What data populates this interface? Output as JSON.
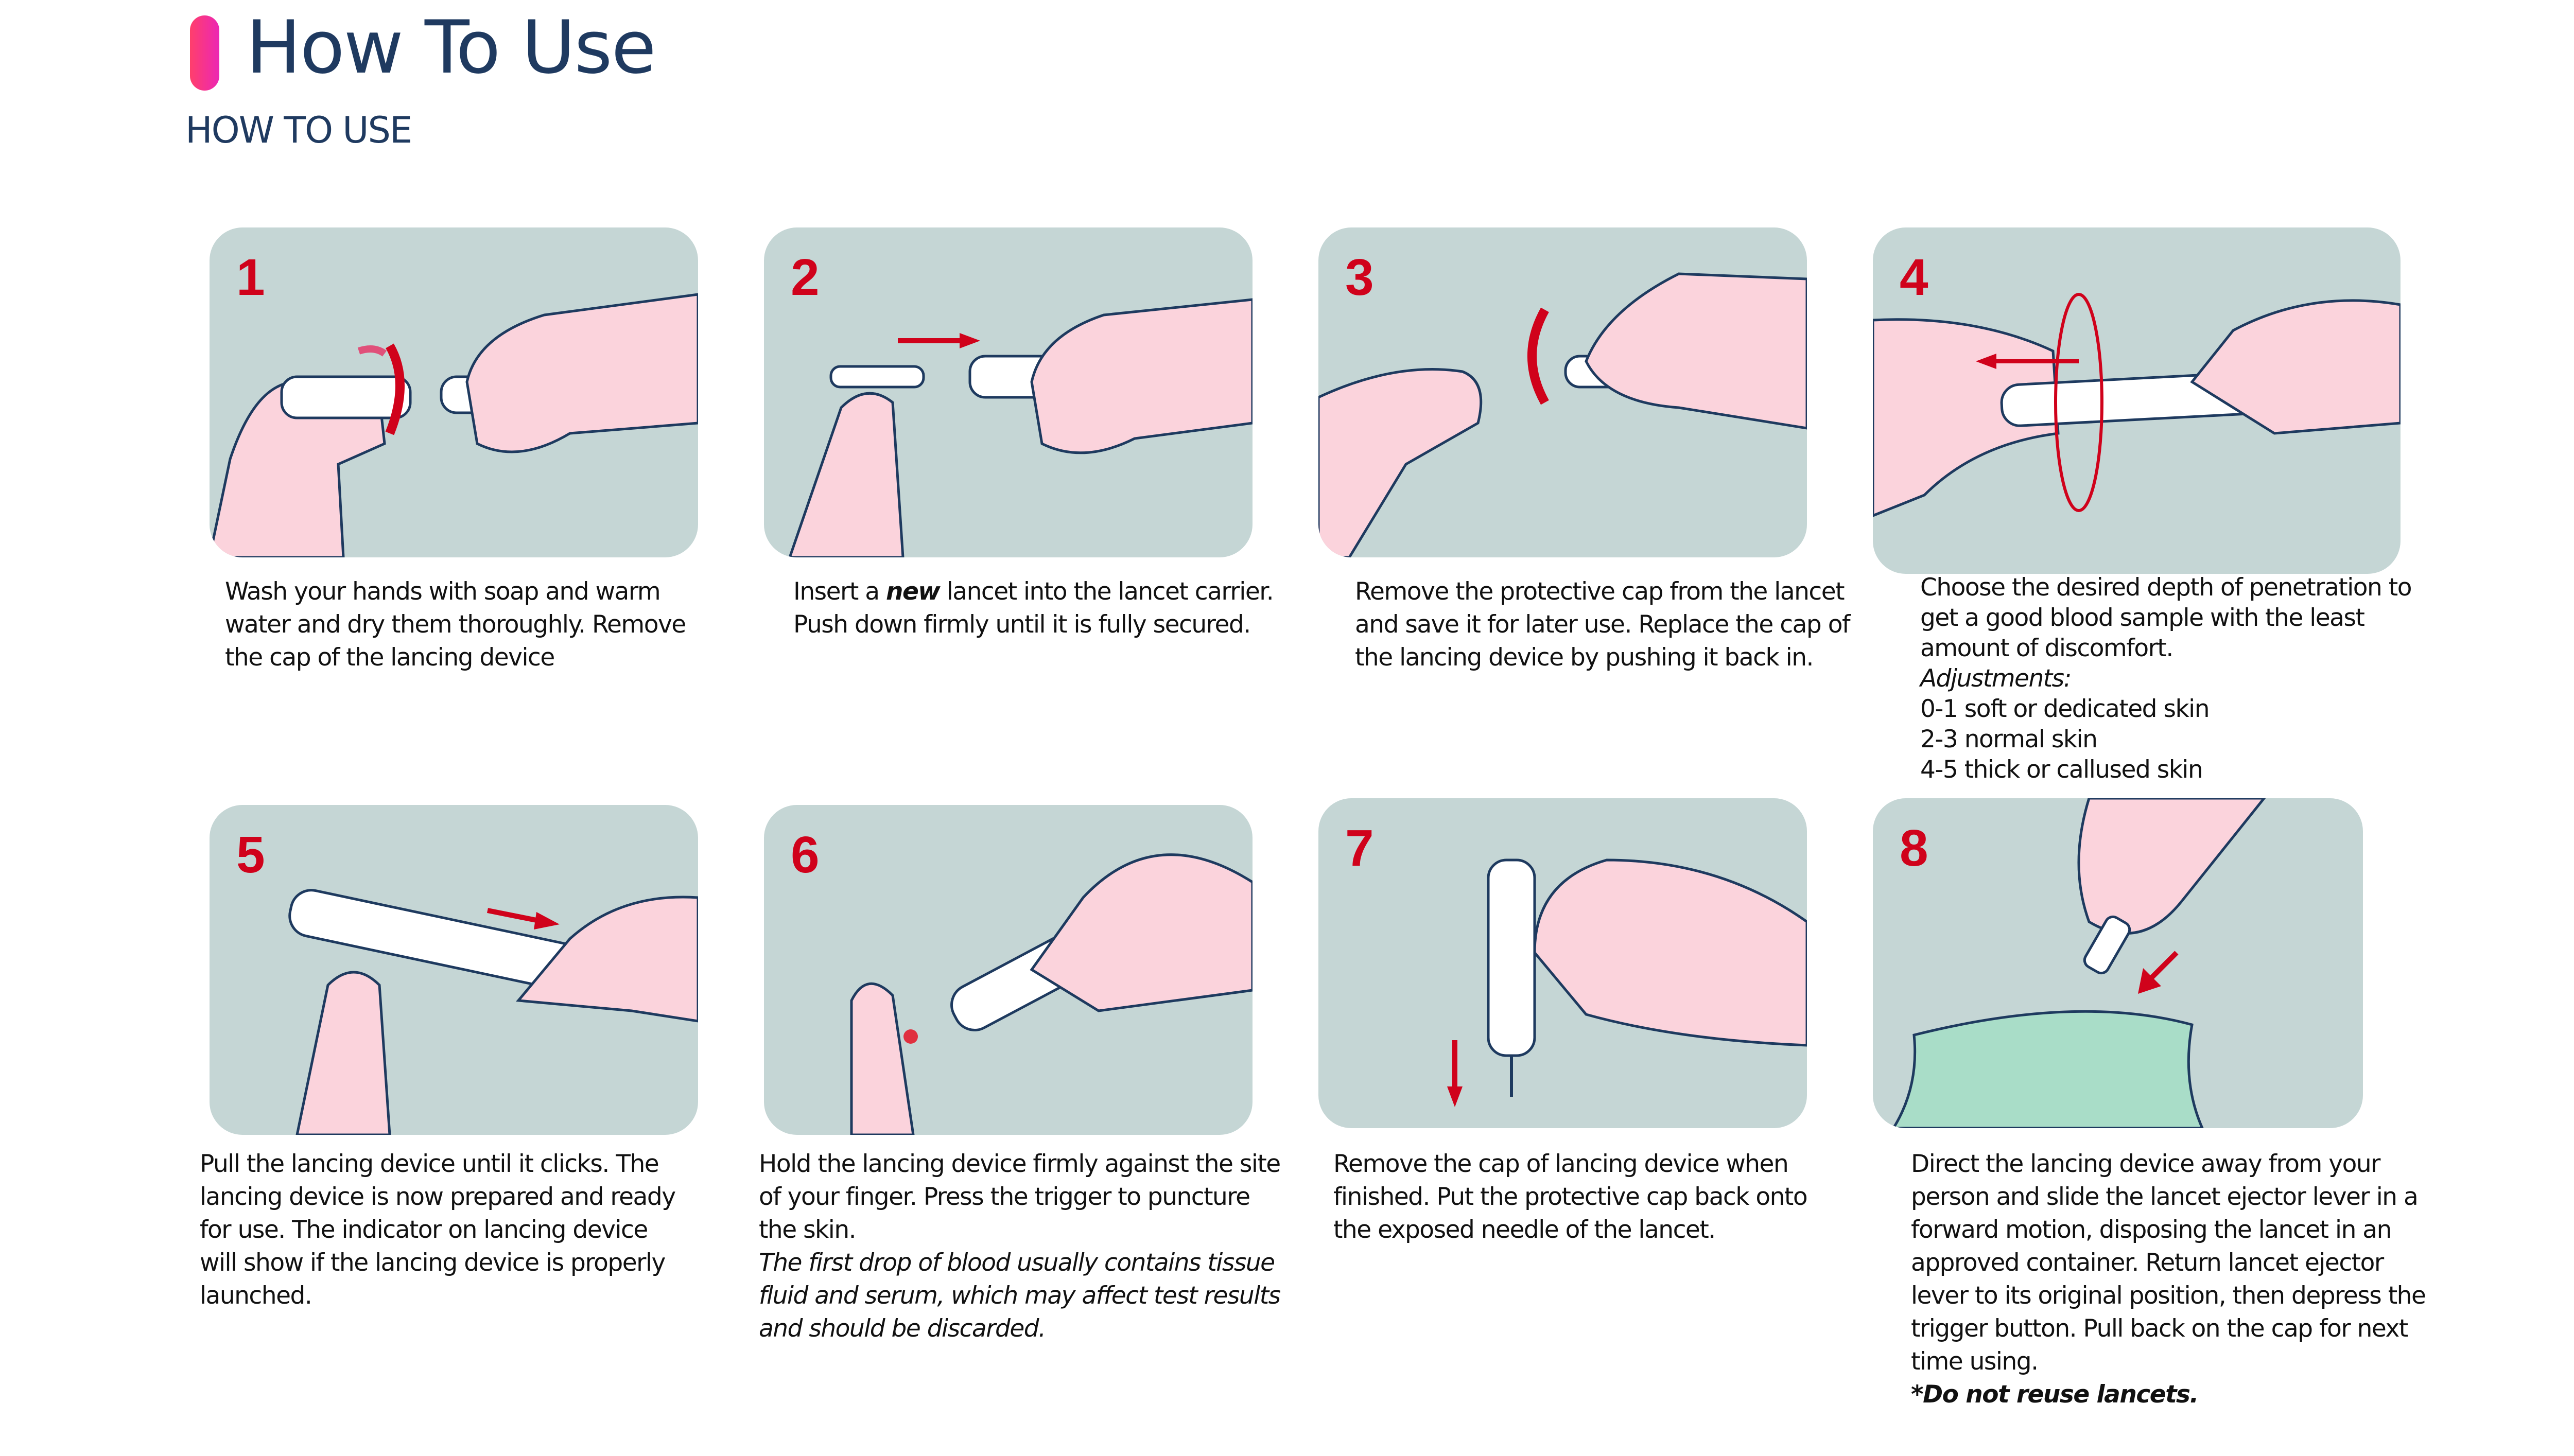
{
  "header": {
    "title": "How To Use",
    "subtitle": "HOW TO USE"
  },
  "colors": {
    "accent_start": "#ff3f6c",
    "accent_end": "#ec27b4",
    "title": "#1f3a60",
    "step_number": "#d0021b",
    "card_bg": "#c5d6d5",
    "skin": "#fbd3dc"
  },
  "steps": [
    {
      "number": "1",
      "lines": [
        "Wash your hands with soap and warm",
        "water and dry them thoroughly. Remove",
        "the cap of the lancing device"
      ]
    },
    {
      "number": "2",
      "line1_pre": "Insert a ",
      "line1_em": "new",
      "line1_post": " lancet into the lancet carrier.",
      "line2": "Push down firmly until it is fully secured."
    },
    {
      "number": "3",
      "lines": [
        "Remove the protective cap from the lancet",
        "and save it for later use. Replace the cap of",
        "the lancing device by pushing it back in."
      ]
    },
    {
      "number": "4",
      "lines": [
        "Choose the desired depth of penetration to",
        "get a good blood sample with the least",
        "amount of discomfort."
      ],
      "adjustments_label": "Adjustments:",
      "adjustments": [
        "0-1 soft or dedicated skin",
        "2-3 normal skin",
        "4-5 thick or callused skin"
      ]
    },
    {
      "number": "5",
      "lines": [
        "Pull the lancing device until it clicks. The",
        "lancing device is now prepared and ready",
        "for use. The indicator on lancing device",
        "will show if the lancing device is properly",
        "launched."
      ]
    },
    {
      "number": "6",
      "lines": [
        "Hold the lancing device firmly against the site",
        "of your finger. Press the trigger to puncture",
        "the skin."
      ],
      "note": [
        "The first drop of blood usually contains tissue",
        "fluid and serum, which may affect test results",
        "and should be discarded."
      ]
    },
    {
      "number": "7",
      "lines": [
        "Remove the cap of lancing device when",
        "finished. Put the protective cap back onto",
        "the exposed needle of the lancet."
      ]
    },
    {
      "number": "8",
      "lines": [
        "Direct the lancing device away from your",
        "person and slide the lancet ejector lever in a",
        "forward motion, disposing the lancet in an",
        "approved container. Return lancet ejector",
        "lever to its original position, then depress the",
        "trigger button. Pull back on the cap for next",
        "time using."
      ],
      "warning": "*Do not reuse lancets."
    }
  ]
}
